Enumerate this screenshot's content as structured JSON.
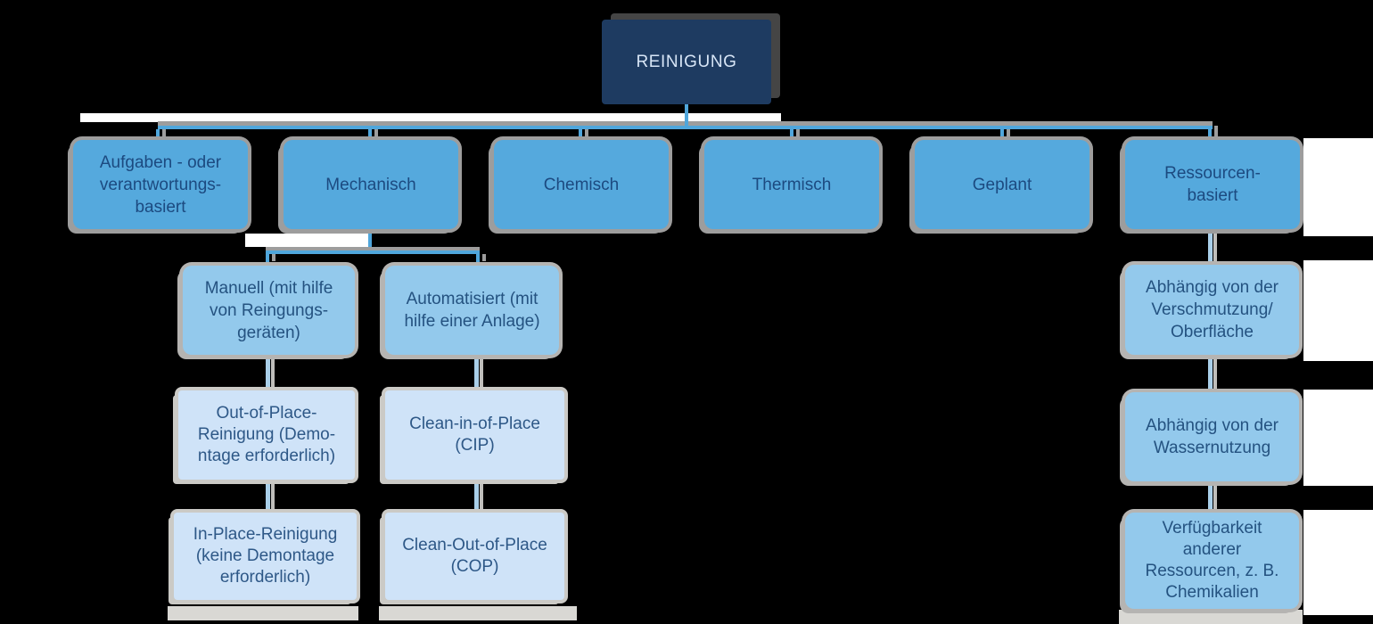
{
  "title": "REINIGUNG cleaning methods diagram",
  "nodes": {
    "root": {
      "label": "REINIGUNG"
    },
    "branches": [
      {
        "label": "Aufgaben - oder\nverantwortungs-\nbasiert"
      },
      {
        "label": "Mechanisch"
      },
      {
        "label": "Chemisch"
      },
      {
        "label": "Thermisch"
      },
      {
        "label": "Geplant"
      },
      {
        "label": "Ressourcen-\nbasiert"
      }
    ],
    "mechanisch_children": [
      {
        "label": "Manuell (mit hilfe\nvon Reingungs-\ngeräten)"
      },
      {
        "label": "Automatisiert (mit\nhilfe einer Anlage)"
      }
    ],
    "manuell_line": [
      {
        "label": "Out-of-Place-\nReinigung (Demo-\nntage erforderlich)"
      },
      {
        "label": "In-Place-Reinigung\n(keine Demontage\nerforderlich)"
      }
    ],
    "automatisiert_line": [
      {
        "label": "Clean-in-of-Place\n(CIP)"
      },
      {
        "label": "Clean-Out-of-Place\n(COP)"
      }
    ],
    "ressourcen_children": [
      {
        "label": "Abhängig von der\nVerschmutzung/\nOberfläche"
      },
      {
        "label": "Abhängig von der\nWassernutzung"
      },
      {
        "label": "Verfügbarkeit\nanderer\nRessourcen, z. B.\nChemikalien"
      }
    ]
  },
  "colors": {
    "root_fill": "#1e3b61",
    "root_text": "#d7e5f6",
    "root_shadow": "#454545",
    "branch_fill": "#55a9dd",
    "branch_text": "#1c4a80",
    "child_fill": "#93c9ec",
    "child_text": "#245280",
    "leaf_fill": "#cfe3f8",
    "leaf_text": "#2e5887",
    "shadow_mid": "#9d9d9d",
    "shadow_child": "#b5b4b2",
    "shadow_leaf": "#cbcac6",
    "line_blue": "#4fa6dc",
    "line_light": "#a9cfe9",
    "line_gray": "#bfbebb",
    "white_band": "#ffffff",
    "strip_gray": "#d9d8d4"
  }
}
